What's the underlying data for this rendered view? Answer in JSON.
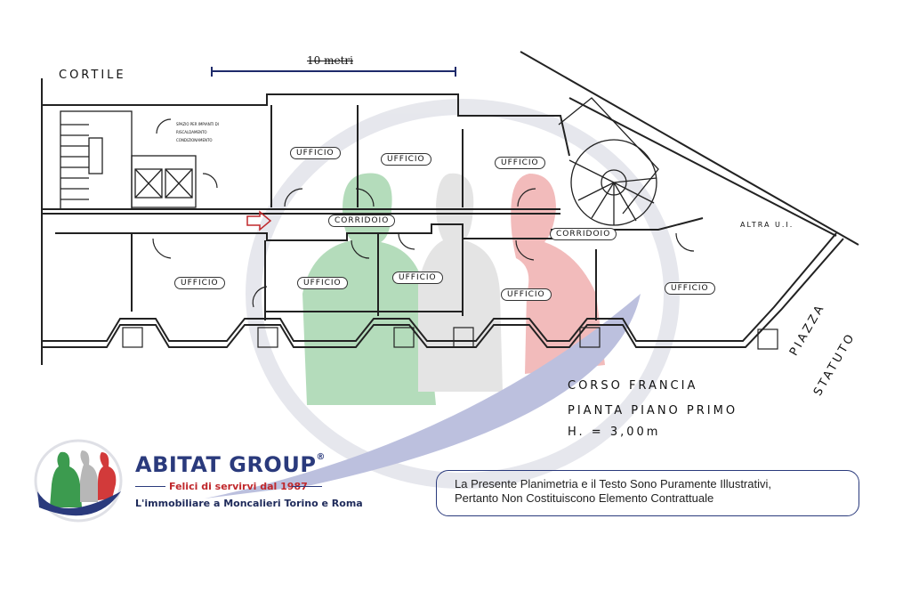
{
  "scale_label": "10 metri",
  "cortile": "CORTILE",
  "stairs_note": "SPAZIO PER IMPIANTI DI RISCALDAMENTO CONDIZIONAMENTO",
  "rooms": {
    "ufficio_top_1": "UFFICIO",
    "ufficio_top_2": "UFFICIO",
    "ufficio_top_3": "UFFICIO",
    "corridoio_1": "CORRIDOIO",
    "corridoio_2": "CORRIDOIO",
    "ufficio_bot_1": "UFFICIO",
    "ufficio_bot_2": "UFFICIO",
    "ufficio_bot_3": "UFFICIO",
    "ufficio_bot_4": "UFFICIO",
    "ufficio_bot_5": "UFFICIO"
  },
  "altra_ui": "ALTRA U.I.",
  "piazza": "PIAZZA",
  "statuto": "STATUTO",
  "street": "CORSO FRANCIA",
  "plan_title": "PIANTA PIANO PRIMO",
  "height": "H. = 3,00m",
  "logo": {
    "name": "ABITAT GROUP",
    "registered": "®",
    "tagline": "Felici di servirvi dal 1987",
    "subtitle": "L'immobiliare a Moncalieri Torino e Roma"
  },
  "disclaimer": {
    "line1": "La Presente Planimetria e il Testo Sono Puramente Illustrativi,",
    "line2": "Pertanto Non Costituiscono Elemento Contrattuale"
  },
  "colors": {
    "brand_blue": "#2a3a7c",
    "brand_red": "#c0282c",
    "watermark_green": "#5bb36b",
    "watermark_red": "#e46a6a",
    "entrance_arrow": "#c0282c"
  }
}
